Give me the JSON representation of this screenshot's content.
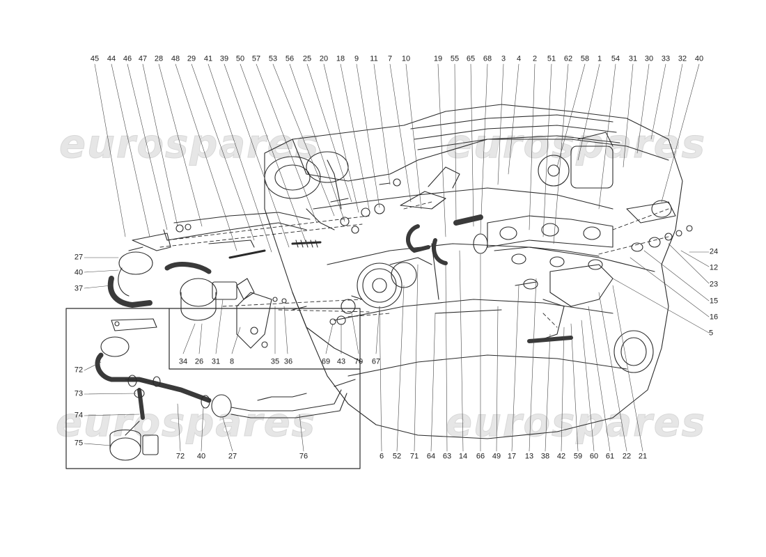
{
  "watermark": "eurospares",
  "colors": {
    "line": "#2a2a2a",
    "ink": "#1a1a1a",
    "watermark": "#e6e6e6"
  },
  "labels": {
    "top": [
      "45",
      "44",
      "46",
      "47",
      "28",
      "48",
      "29",
      "41",
      "39",
      "50",
      "57",
      "53",
      "56",
      "25",
      "20",
      "18",
      "9",
      "11",
      "7",
      "10",
      "19",
      "55",
      "65",
      "68",
      "3",
      "4",
      "2",
      "51",
      "62",
      "58",
      "1",
      "54",
      "31",
      "30",
      "33",
      "32",
      "40"
    ],
    "bottom_main": [
      "6",
      "52",
      "71",
      "64",
      "63",
      "14",
      "66",
      "49",
      "17",
      "13",
      "38",
      "42",
      "59",
      "60",
      "61",
      "22",
      "21"
    ],
    "left": [
      "27",
      "40",
      "37"
    ],
    "right": [
      "24",
      "12",
      "23",
      "15",
      "16",
      "5"
    ],
    "mid": [
      "34",
      "26",
      "31",
      "8",
      "35",
      "36",
      "69",
      "43",
      "70",
      "67"
    ],
    "inset_left": [
      "72",
      "73",
      "74",
      "75"
    ],
    "inset_bottom": [
      "72",
      "40",
      "27",
      "76"
    ]
  }
}
